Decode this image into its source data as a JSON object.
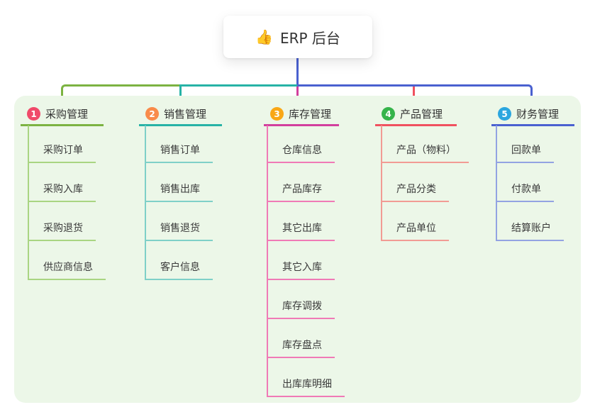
{
  "root": {
    "icon": "👍",
    "label": "ERP 后台"
  },
  "branches": [
    {
      "badge": "1",
      "title": "采购管理",
      "line_color": "#7CB342",
      "child_line_color": "#A9D582",
      "badge_color": "#F04A6A",
      "children": [
        "采购订单",
        "采购入库",
        "采购退货",
        "供应商信息"
      ]
    },
    {
      "badge": "2",
      "title": "销售管理",
      "line_color": "#27B3A6",
      "child_line_color": "#7FD0C8",
      "badge_color": "#F98B4A",
      "children": [
        "销售订单",
        "销售出库",
        "销售退货",
        "客户信息"
      ]
    },
    {
      "badge": "3",
      "title": "库存管理",
      "line_color": "#D23F9D",
      "child_line_color": "#F07AB6",
      "badge_color": "#F9A716",
      "children": [
        "仓库信息",
        "产品库存",
        "其它出库",
        "其它入库",
        "库存调拨",
        "库存盘点",
        "出库库明细"
      ]
    },
    {
      "badge": "4",
      "title": "产品管理",
      "line_color": "#F0515F",
      "child_line_color": "#F29B94",
      "badge_color": "#35B44A",
      "children": [
        "产品（物料）",
        "产品分类",
        "产品单位"
      ]
    },
    {
      "badge": "5",
      "title": "财务管理",
      "line_color": "#4A61D0",
      "child_line_color": "#93A3E2",
      "badge_color": "#2BA6DF",
      "children": [
        "回款单",
        "付款单",
        "结算账户"
      ]
    }
  ],
  "colors": {
    "root_connector": "#4A61D0",
    "board_background": "#ECF7E8",
    "text": "#333333"
  }
}
